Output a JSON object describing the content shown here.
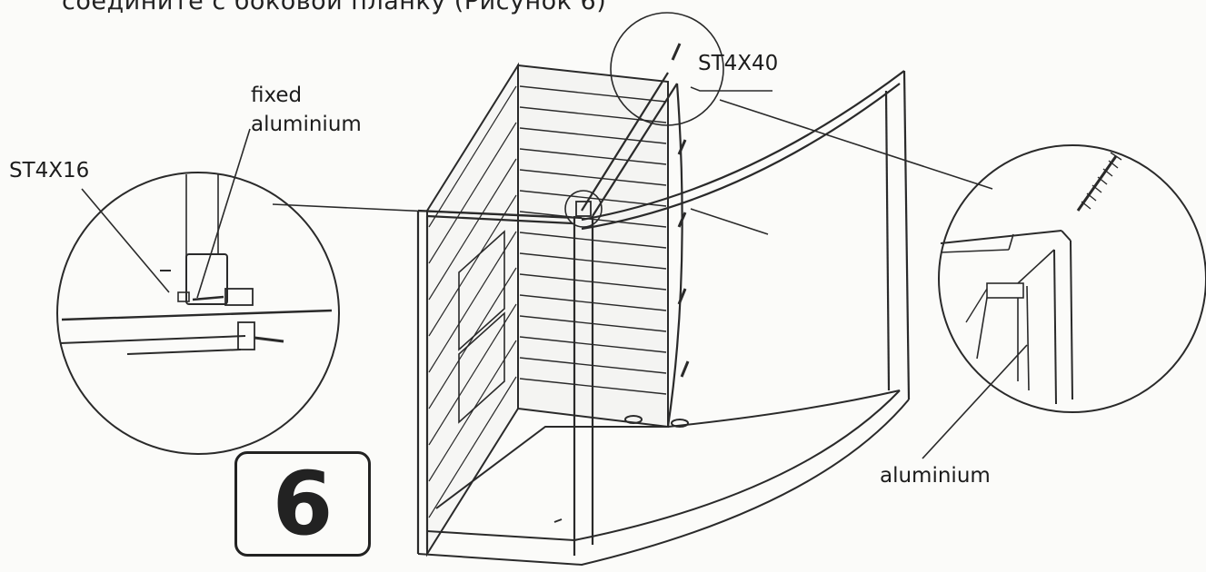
{
  "heading": "соедините с боковой планку (Рисунок 6)",
  "labels": {
    "screw_top": "ST4X40",
    "fixed_line1": "fixed",
    "fixed_line2": "aluminium",
    "screw_left": "ST4X16",
    "aluminium_right": "aluminium"
  },
  "step_number": "6"
}
